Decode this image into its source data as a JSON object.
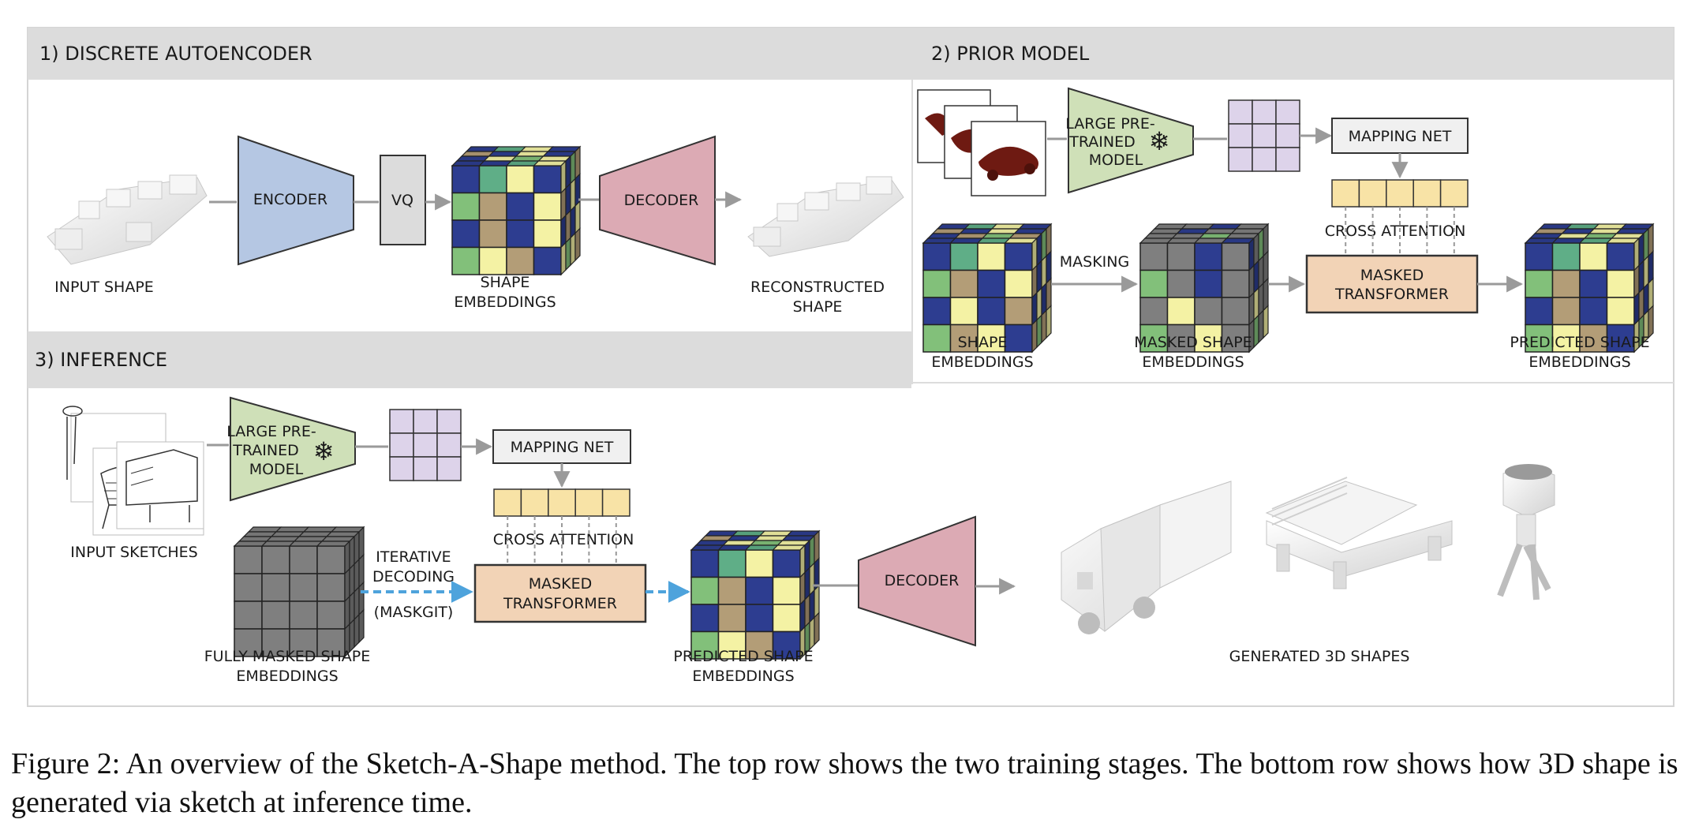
{
  "sections": {
    "autoencoder": {
      "title": "1) DISCRETE AUTOENCODER",
      "encoder": "ENCODER",
      "vq": "VQ",
      "decoder": "DECODER",
      "input_label": "INPUT SHAPE",
      "embed_label_1": "SHAPE",
      "embed_label_2": "EMBEDDINGS",
      "recon_label_1": "RECONSTRUCTED",
      "recon_label_2": "SHAPE"
    },
    "prior": {
      "title": "2) PRIOR MODEL",
      "pretrained_1": "LARGE PRE-",
      "pretrained_2": "TRAINED",
      "pretrained_3": "MODEL",
      "mapping_net": "MAPPING NET",
      "cross_attention": "CROSS ATTENTION",
      "masking": "MASKING",
      "transformer_1": "MASKED",
      "transformer_2": "TRANSFORMER",
      "embed_label_1": "SHAPE",
      "embed_label_2": "EMBEDDINGS",
      "masked_label_1": "MASKED SHAPE",
      "masked_label_2": "EMBEDDINGS",
      "predicted_label_1": "PREDICTED SHAPE",
      "predicted_label_2": "EMBEDDINGS"
    },
    "inference": {
      "title": "3) INFERENCE",
      "pretrained_1": "LARGE PRE-",
      "pretrained_2": "TRAINED",
      "pretrained_3": "MODEL",
      "mapping_net": "MAPPING NET",
      "cross_attention": "CROSS ATTENTION",
      "input_sketches": "INPUT SKETCHES",
      "iterative_1": "ITERATIVE",
      "iterative_2": "DECODING",
      "maskgit": "(MASKGIT)",
      "transformer_1": "MASKED",
      "transformer_2": "TRANSFORMER",
      "decoder": "DECODER",
      "fully_masked_1": "FULLY MASKED SHAPE",
      "fully_masked_2": "EMBEDDINGS",
      "predicted_label_1": "PREDICTED SHAPE",
      "predicted_label_2": "EMBEDDINGS",
      "generated": "GENERATED 3D SHAPES"
    }
  },
  "caption": "Figure 2: An overview of the Sketch-A-Shape method. The top row shows the two training stages. The bottom row shows how 3D shape is generated via sketch at inference time.",
  "colors": {
    "header_bg": "#dcdcdc",
    "encoder": "#b5c7e3",
    "decoder": "#dcaab4",
    "pretrained": "#cfe0b8",
    "transformer": "#f2d3b6",
    "mapping_grid": "#ddd3ea",
    "attention_tokens": "#f8e3a6",
    "cube_blue": "#2d3d90",
    "cube_green": "#82c07a",
    "cube_tan": "#b39d77",
    "cube_yellow": "#f4f2a4",
    "cube_teal": "#5fae87",
    "masked_gray": "#7f7f7f",
    "dashed_arrow": "#4ea3dc"
  }
}
